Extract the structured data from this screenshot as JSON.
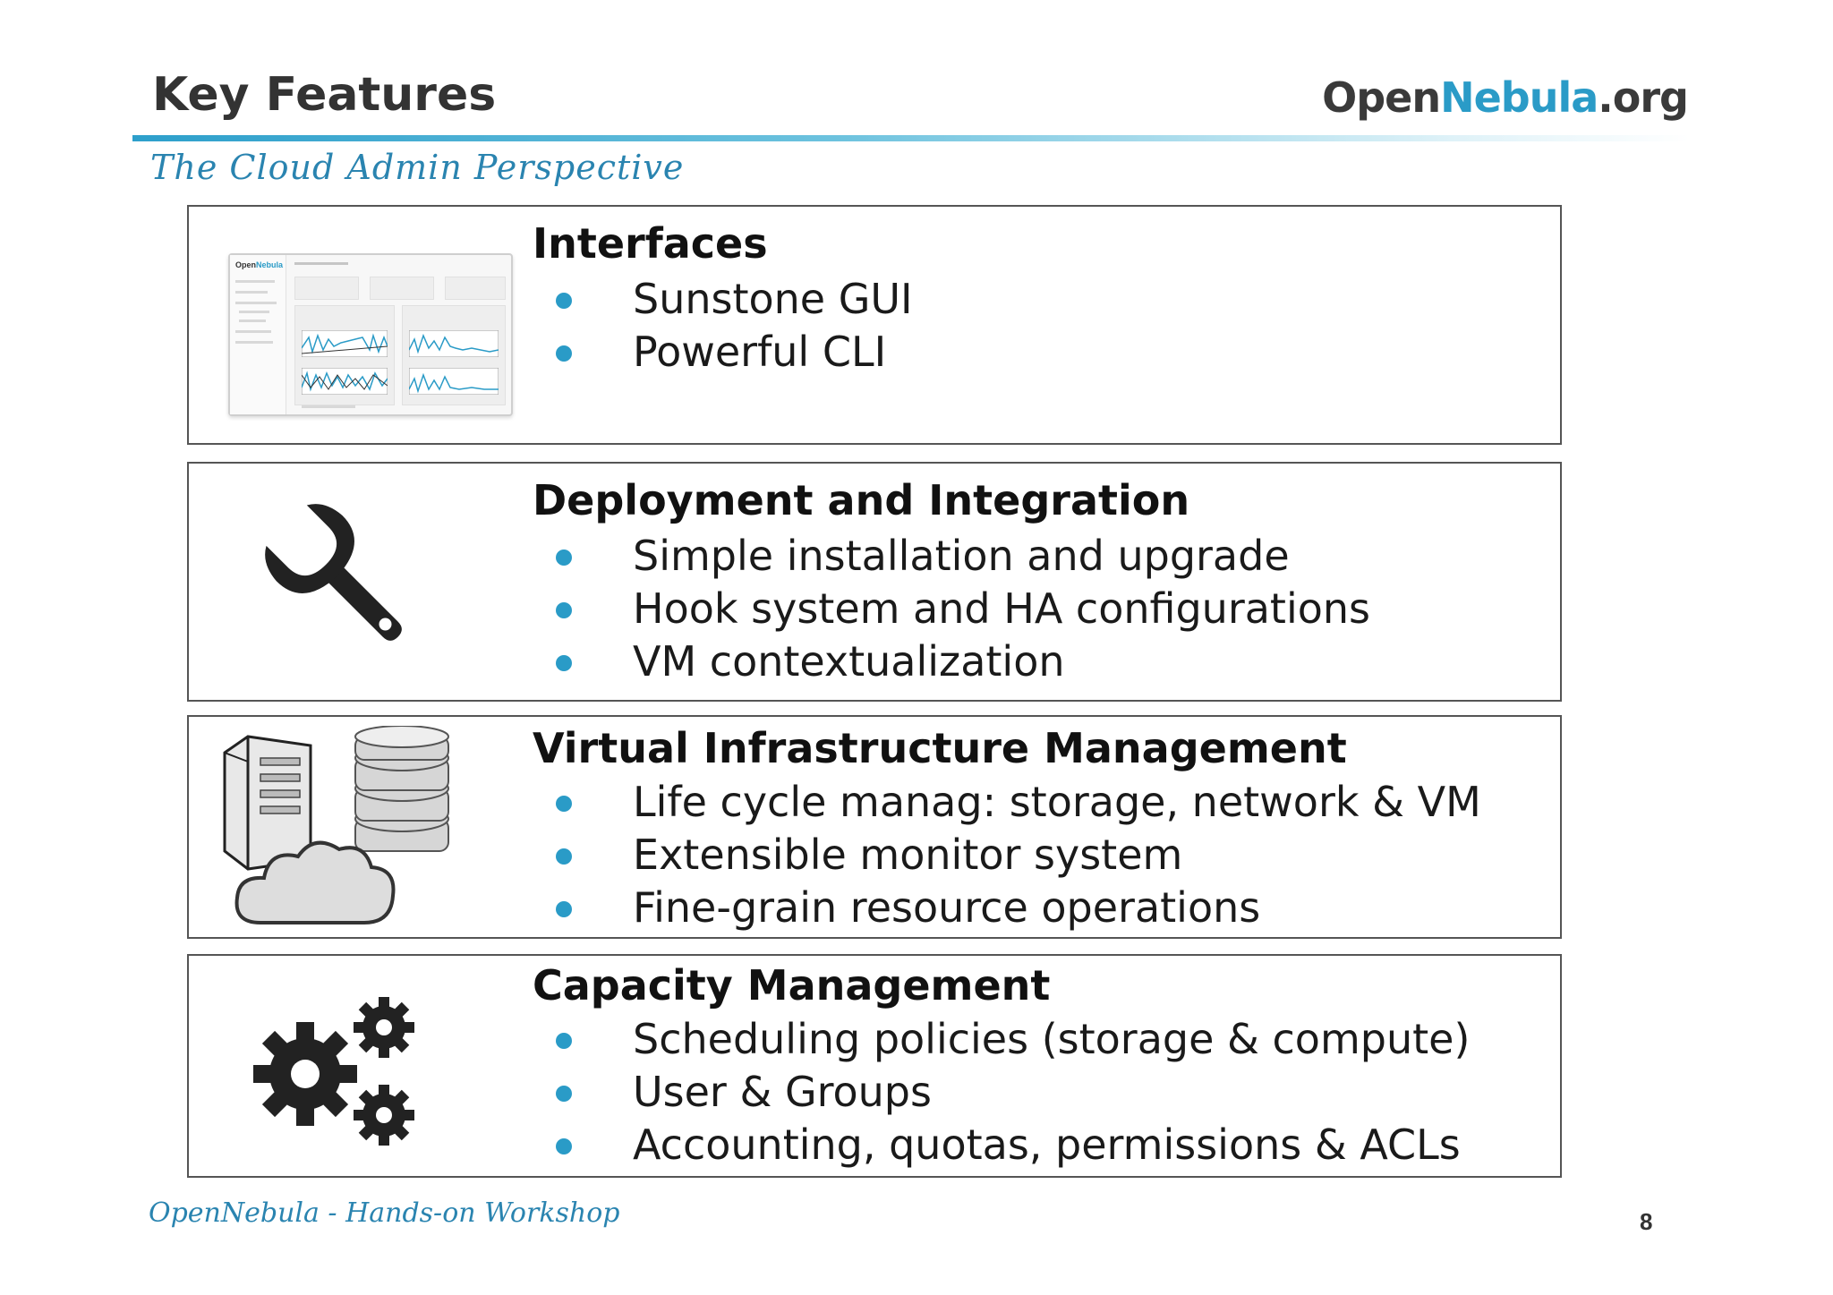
{
  "header": {
    "title": "Key Features",
    "logo_part1": "Open",
    "logo_part2": "Nebula",
    "logo_part3": ".org",
    "subtitle": "The Cloud Admin Perspective"
  },
  "panels": [
    {
      "heading": "Interfaces",
      "icon": "dashboard-screenshot-icon",
      "bullets": [
        "Sunstone GUI",
        "Powerful CLI"
      ]
    },
    {
      "heading": "Deployment and Integration",
      "icon": "wrench-icon",
      "bullets": [
        "Simple installation and upgrade",
        "Hook system and HA configurations",
        "VM contextualization"
      ]
    },
    {
      "heading": "Virtual Infrastructure Management",
      "icon": "server-database-cloud-icon",
      "bullets": [
        "Life cycle manag: storage, network & VM",
        "Extensible monitor system",
        "Fine-grain resource operations"
      ]
    },
    {
      "heading": "Capacity Management",
      "icon": "gears-icon",
      "bullets": [
        "Scheduling policies (storage & compute)",
        "User & Groups",
        "Accounting, quotas, permissions & ACLs"
      ]
    }
  ],
  "footer": {
    "left_text": "OpenNebula - Hands-on Workshop",
    "page_number": "8"
  },
  "colors": {
    "accent": "#2a9bc7",
    "heading_text": "#111111",
    "panel_border": "#555555"
  }
}
